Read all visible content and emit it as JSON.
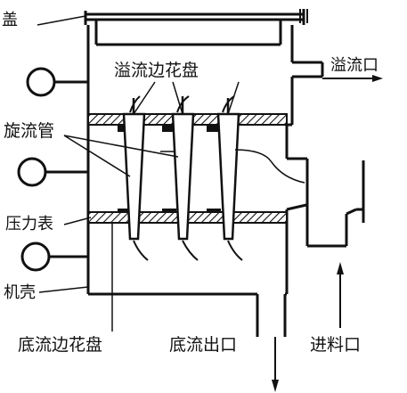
{
  "labels": {
    "lid": "盖",
    "overflow_disc": "溢流边花盘",
    "overflow_outlet": "溢流口",
    "cyclone_tube": "旋流管",
    "pressure_gauge": "压力表",
    "housing": "机壳",
    "underflow_disc": "底流边花盘",
    "underflow_outlet": "底流出口",
    "feed_inlet": "进料口"
  },
  "colors": {
    "ink": "#111111",
    "background": "#ffffff"
  }
}
